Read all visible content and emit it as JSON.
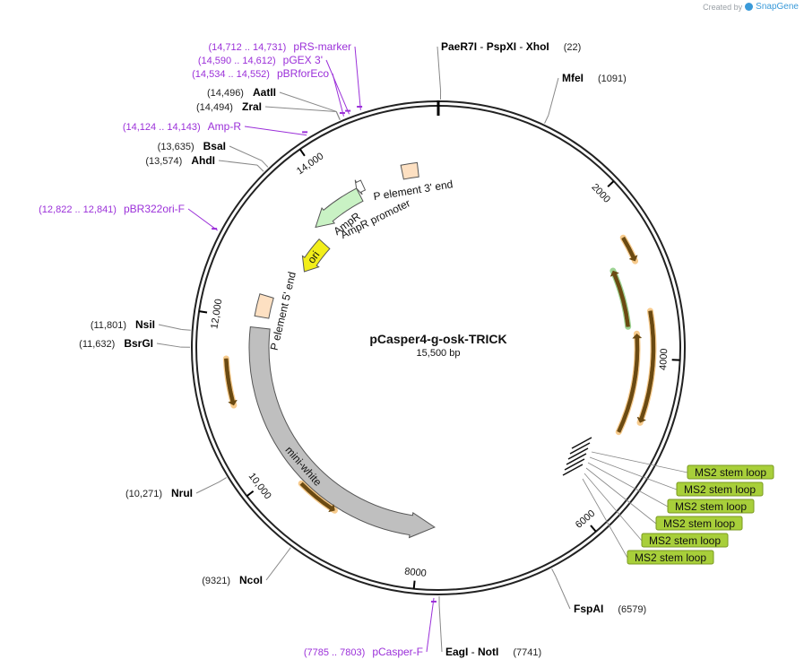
{
  "credit": {
    "created_by": "Created by",
    "brand": "SnapGene"
  },
  "plasmid": {
    "name": "pCasper4-g-osk-TRICK",
    "size_label": "15,500 bp",
    "total_bp": 15500
  },
  "colors": {
    "backbone": "#222222",
    "primer": "#9b30d9",
    "enzyme_text": "#000000",
    "coord_text": "#222222",
    "ms2_fill": "#a8cf3a",
    "orange_feature": "#f0a030",
    "green_feature": "#4caf3a",
    "ampr_fill": "#c9f2c4",
    "ori_fill": "#f2ee1a",
    "minwhite_fill": "#bfbfbf",
    "p_element_fill": "#fde0c2"
  },
  "tick_labels": [
    {
      "label": "2000",
      "bp": 2000
    },
    {
      "label": "4000",
      "bp": 4000
    },
    {
      "label": "6000",
      "bp": 6000
    },
    {
      "label": "8000",
      "bp": 8000
    },
    {
      "label": "10,000",
      "bp": 10000
    },
    {
      "label": "12,000",
      "bp": 12000
    },
    {
      "label": "14,000",
      "bp": 14000
    }
  ],
  "enzymes": [
    {
      "name": "PaeR7I",
      "extra": [
        "PspXI",
        "XhoI"
      ],
      "coord": "(22)",
      "bp": 22,
      "side": "right"
    },
    {
      "name": "MfeI",
      "coord": "(1091)",
      "bp": 1091,
      "side": "right"
    },
    {
      "name": "FspAI",
      "coord": "(6579)",
      "bp": 6579,
      "side": "right"
    },
    {
      "name": "EagI",
      "extra": [
        "NotI"
      ],
      "coord": "(7741)",
      "bp": 7741,
      "side": "right"
    },
    {
      "name": "NcoI",
      "coord": "(9321)",
      "bp": 9321,
      "side": "left"
    },
    {
      "name": "NruI",
      "coord": "(10,271)",
      "bp": 10271,
      "side": "left"
    },
    {
      "name": "BsrGI",
      "coord": "(11,632)",
      "bp": 11632,
      "side": "left"
    },
    {
      "name": "NsiI",
      "coord": "(11,801)",
      "bp": 11801,
      "side": "left"
    },
    {
      "name": "AhdI",
      "coord": "(13,574)",
      "bp": 13574,
      "side": "left"
    },
    {
      "name": "BsaI",
      "coord": "(13,635)",
      "bp": 13635,
      "side": "left"
    },
    {
      "name": "ZraI",
      "coord": "(14,494)",
      "bp": 14494,
      "side": "left"
    },
    {
      "name": "AatII",
      "coord": "(14,496)",
      "bp": 14496,
      "side": "left"
    }
  ],
  "primers": [
    {
      "name": "pRS-marker",
      "coord": "(14,712 .. 14,731)",
      "bp": 14721
    },
    {
      "name": "pGEX 3'",
      "coord": "(14,590 .. 14,612)",
      "bp": 14601
    },
    {
      "name": "pBRforEco",
      "coord": "(14,534 .. 14,552)",
      "bp": 14543
    },
    {
      "name": "Amp-R",
      "coord": "(14,124 .. 14,143)",
      "bp": 14133
    },
    {
      "name": "pBR322ori-F",
      "coord": "(12,822 .. 12,841)",
      "bp": 12831
    },
    {
      "name": "pCasper-F",
      "coord": "(7785 .. 7803)",
      "bp": 7794
    }
  ],
  "ms2_label": "MS2 stem loop",
  "ms2_count": 6,
  "features": [
    {
      "name": "P element 3' end",
      "start": 15000,
      "end": 15220,
      "dir": 0,
      "type": "p_element"
    },
    {
      "name": "AmpR promoter",
      "start": 14330,
      "end": 14430,
      "dir": -1,
      "type": "promoter"
    },
    {
      "name": "AmpR",
      "start": 13540,
      "end": 14330,
      "dir": -1,
      "type": "ampr"
    },
    {
      "name": "ori",
      "start": 12900,
      "end": 13450,
      "dir": -1,
      "type": "ori"
    },
    {
      "name": "P element 5' end",
      "start": 12050,
      "end": 12350,
      "dir": 0,
      "type": "p_element"
    },
    {
      "name": "mini-white",
      "start": 7800,
      "end": 11900,
      "dir": -1,
      "type": "minwhite"
    }
  ]
}
